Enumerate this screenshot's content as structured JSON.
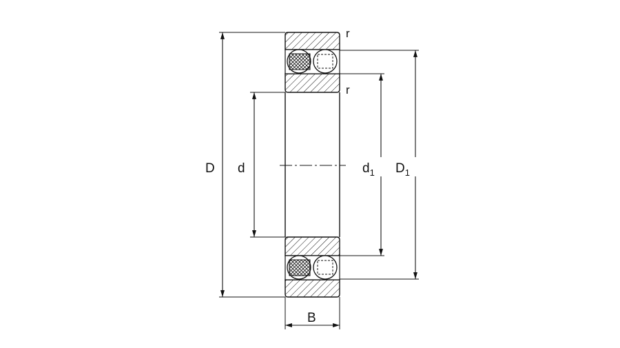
{
  "labels": {
    "outer_diameter": "D",
    "bore_diameter": "d",
    "d1_main": "d",
    "d1_sub": "1",
    "D1_main": "D",
    "D1_sub": "1",
    "width": "B",
    "radius_top": "r",
    "radius_inner": "r"
  },
  "colors": {
    "line": "#111111",
    "background": "#ffffff"
  }
}
